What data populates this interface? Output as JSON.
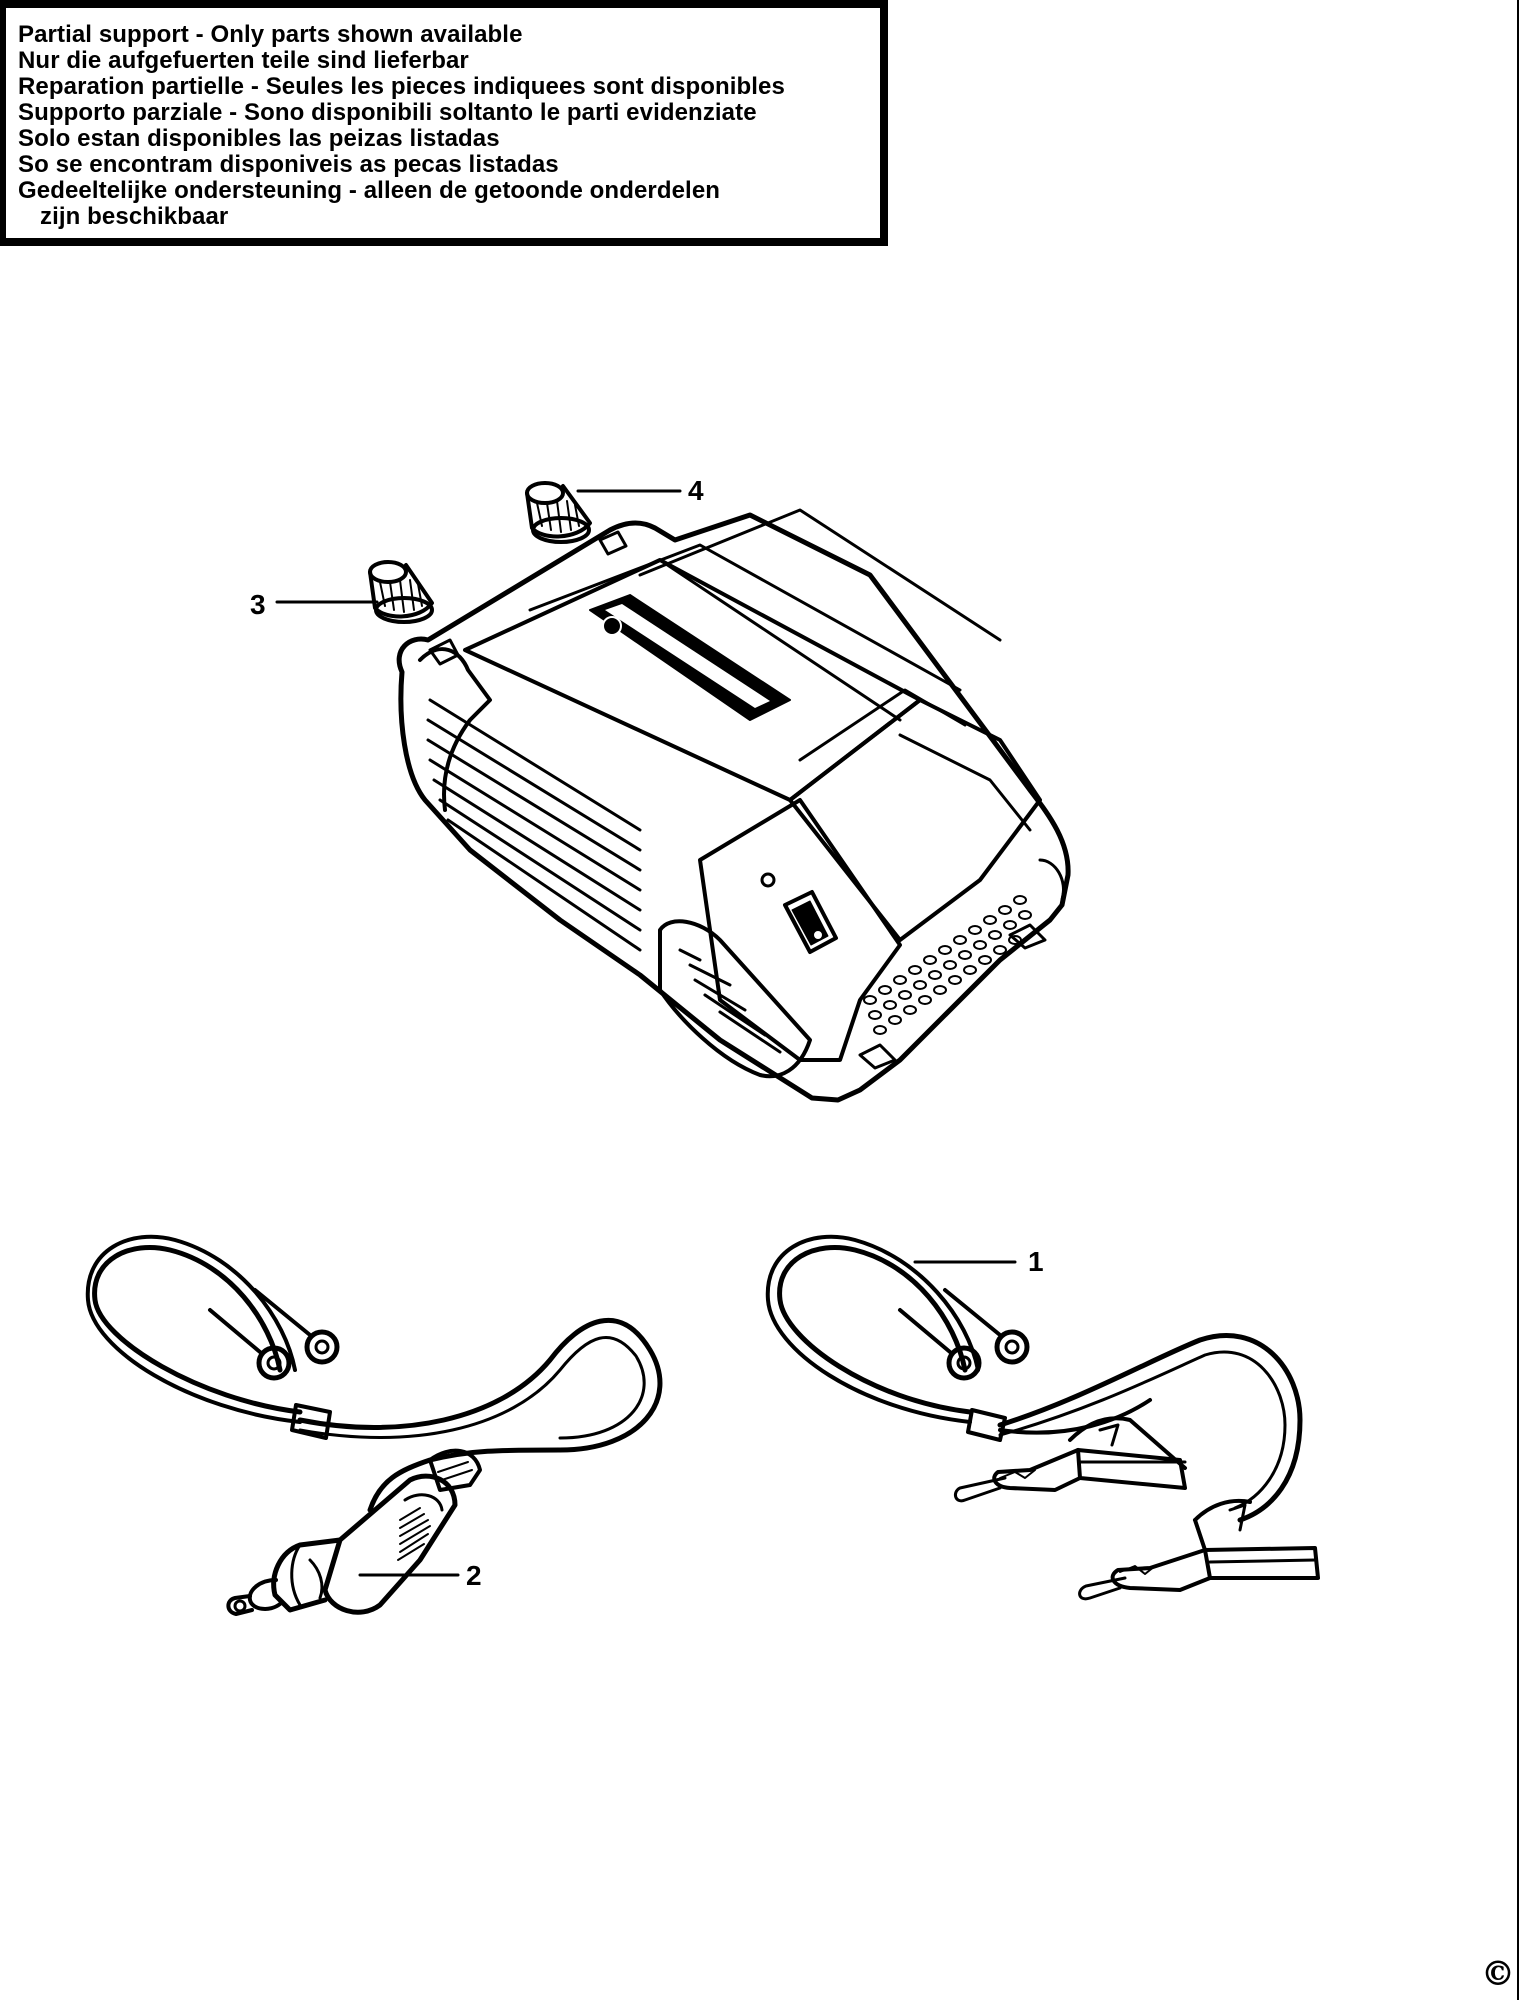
{
  "notice": {
    "lines": [
      "Partial support - Only parts shown available",
      "Nur die aufgefuerten teile sind lieferbar",
      "Reparation partielle - Seules les pieces indiquees sont disponibles",
      "Supporto parziale - Sono disponibili soltanto le parti evidenziate",
      "Solo estan disponibles las peizas listadas",
      "So se encontram disponiveis as pecas listadas",
      "Gedeeltelijke ondersteuning - alleen de getoonde onderdelen",
      "zijn beschikbaar"
    ]
  },
  "callouts": {
    "part1": "1",
    "part2": "2",
    "part3": "3",
    "part4": "4"
  },
  "footer": {
    "copyright": "©"
  }
}
